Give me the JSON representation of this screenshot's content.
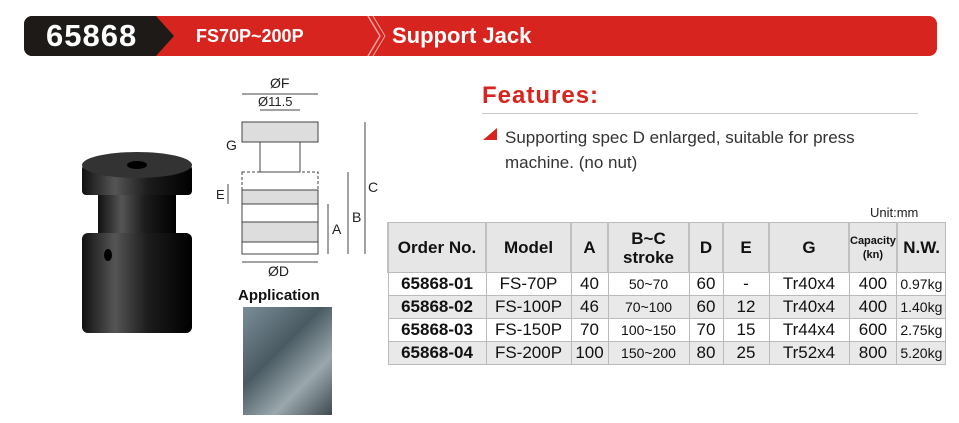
{
  "header": {
    "code": "65868",
    "range": "FS70P~200P",
    "title": "Support Jack"
  },
  "features": {
    "heading": "Features:",
    "items": [
      "Supporting spec D enlarged, suitable for press machine. (no nut)"
    ]
  },
  "diagram": {
    "labels": {
      "f": "ØF",
      "d115": "Ø11.5",
      "g": "G",
      "e": "E",
      "a": "A",
      "b": "B",
      "c": "C",
      "d": "ØD"
    }
  },
  "application_label": "Application",
  "unit": "Unit:mm",
  "table": {
    "headers": [
      "Order No.",
      "Model",
      "A",
      "B~C stroke",
      "D",
      "E",
      "G",
      "Capacity (kn)",
      "N.W."
    ],
    "rows": [
      [
        "65868-01",
        "FS-70P",
        "40",
        "50~70",
        "60",
        "-",
        "Tr40x4",
        "400",
        "0.97kg"
      ],
      [
        "65868-02",
        "FS-100P",
        "46",
        "70~100",
        "60",
        "12",
        "Tr40x4",
        "400",
        "1.40kg"
      ],
      [
        "65868-03",
        "FS-150P",
        "70",
        "100~150",
        "70",
        "15",
        "Tr44x4",
        "600",
        "2.75kg"
      ],
      [
        "65868-04",
        "FS-200P",
        "100",
        "150~200",
        "80",
        "25",
        "Tr52x4",
        "800",
        "5.20kg"
      ]
    ]
  }
}
